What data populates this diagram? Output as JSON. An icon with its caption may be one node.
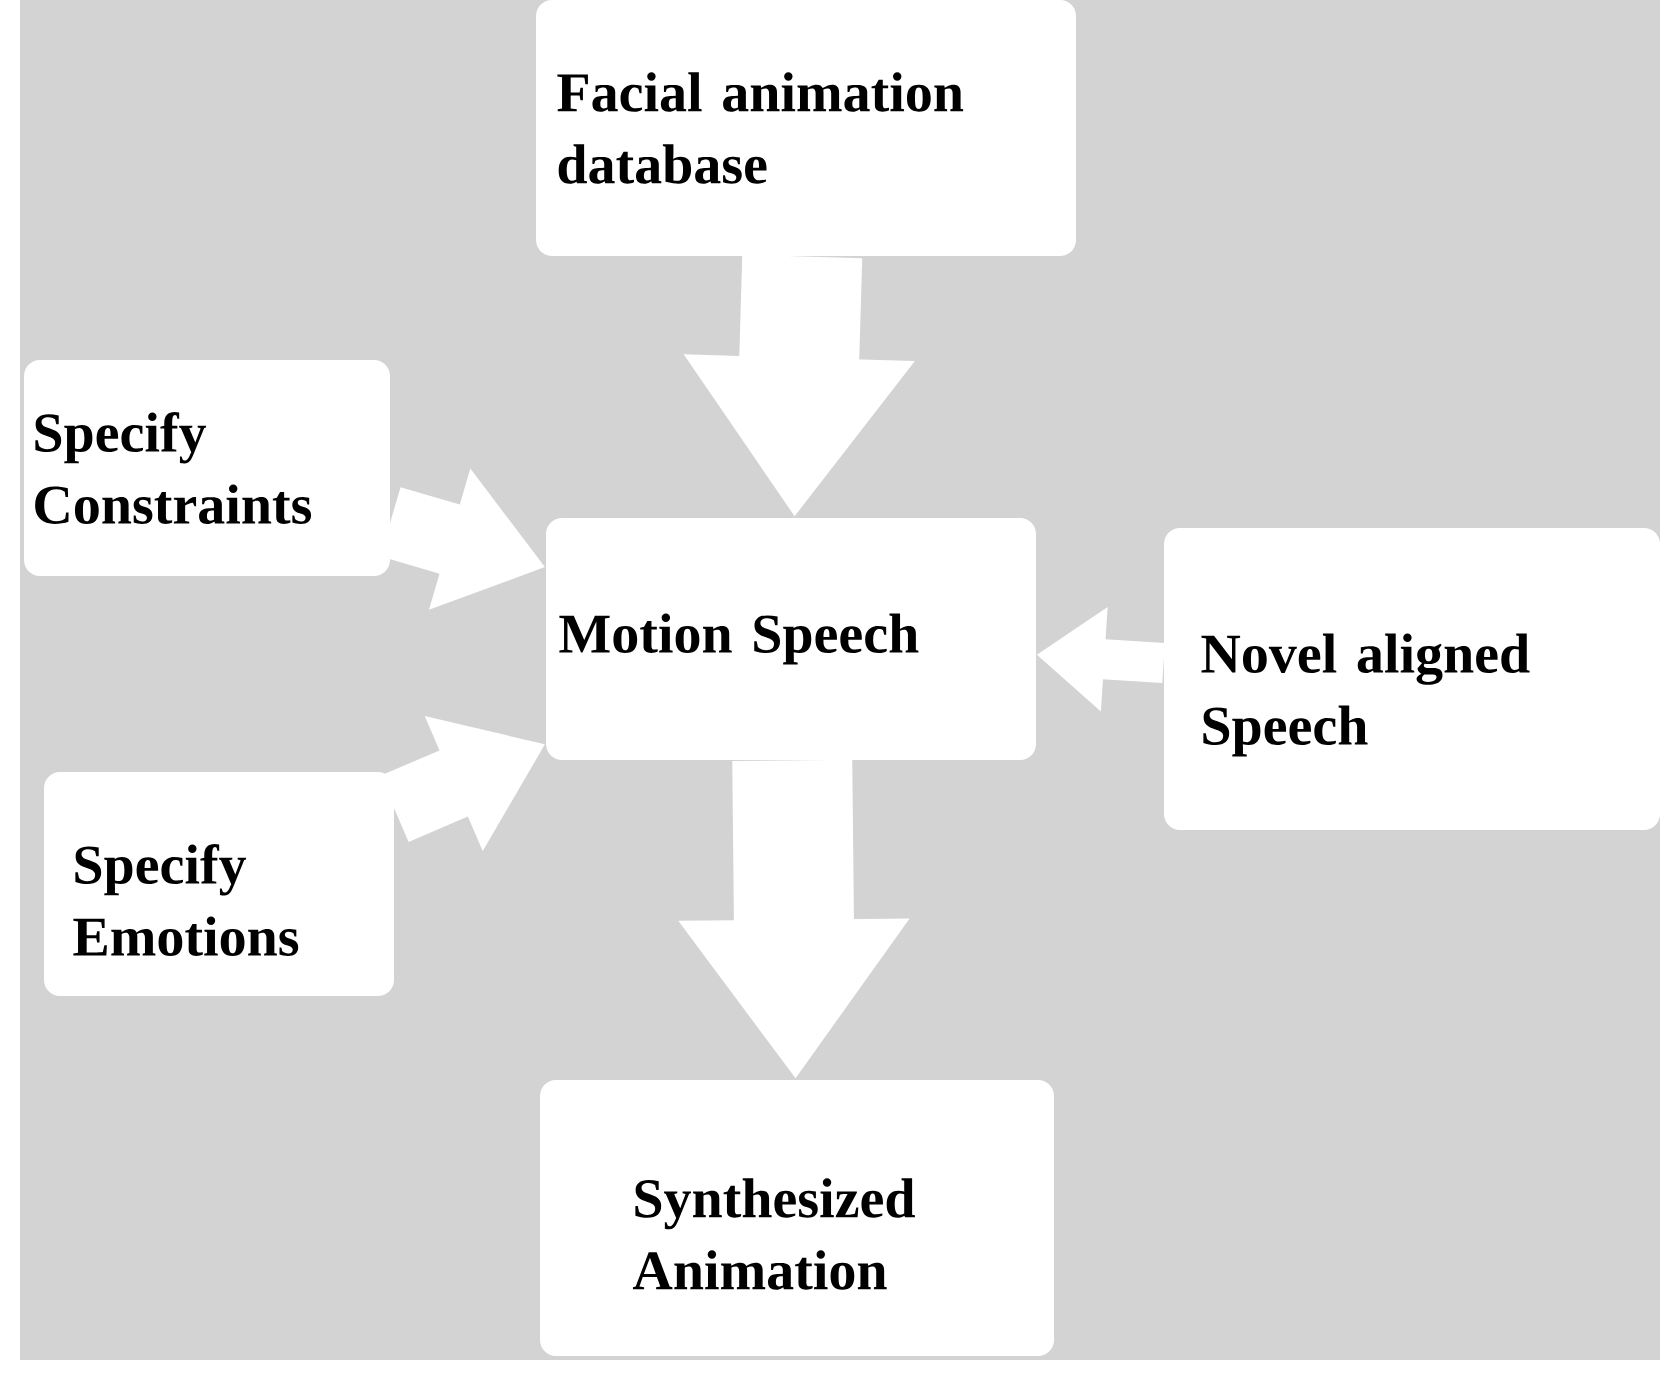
{
  "diagram": {
    "nodes": [
      {
        "text": [
          "Facial animation database"
        ]
      },
      {
        "text": [
          "Specify Constraints"
        ]
      },
      {
        "text": [
          "Motion Speech"
        ]
      },
      {
        "text": [
          "Novel aligned Speech"
        ]
      },
      {
        "text": [
          "Specify Emotions"
        ]
      },
      {
        "text": [
          "Synthesized Animation"
        ]
      }
    ],
    "edges": [
      {
        "from": 0,
        "to": 2,
        "arrow": "to"
      },
      {
        "from": 1,
        "to": 2,
        "arrow": "to"
      },
      {
        "from": 4,
        "to": 2,
        "arrow": "to"
      },
      {
        "from": 3,
        "to": 2,
        "arrow": "to"
      },
      {
        "from": 2,
        "to": 5,
        "arrow": "to"
      }
    ]
  }
}
